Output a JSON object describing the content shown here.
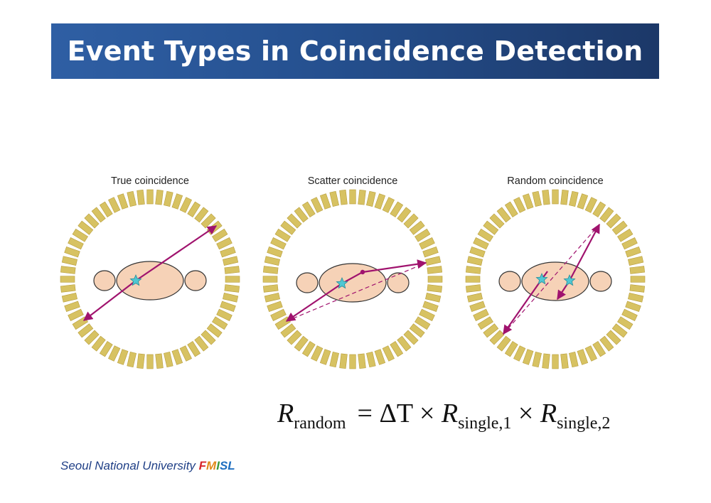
{
  "slide": {
    "title": "Event Types in Coincidence Detection"
  },
  "panels": [
    {
      "label": "True coincidence",
      "type": "true"
    },
    {
      "label": "Scatter coincidence",
      "type": "scatter"
    },
    {
      "label": "Random coincidence",
      "type": "random"
    }
  ],
  "formula": {
    "lhs_symbol": "R",
    "lhs_sub": "random",
    "equals": "=",
    "delta_t": "ΔT",
    "times1": "×",
    "r1_symbol": "R",
    "r1_sub": "single,1",
    "times2": "×",
    "r2_symbol": "R",
    "r2_sub": "single,2"
  },
  "footer": {
    "institution": "Seoul National University",
    "lab_letters": [
      "F",
      "M",
      "I",
      "S",
      "L"
    ]
  },
  "colors": {
    "title_bar": "#2a579a",
    "detector": "#d7c262",
    "detector_edge": "#b79d3a",
    "body": "#f6d2b7",
    "body_edge": "#333333",
    "photon_path": "#a0136e",
    "source": "#4fc7d3"
  }
}
